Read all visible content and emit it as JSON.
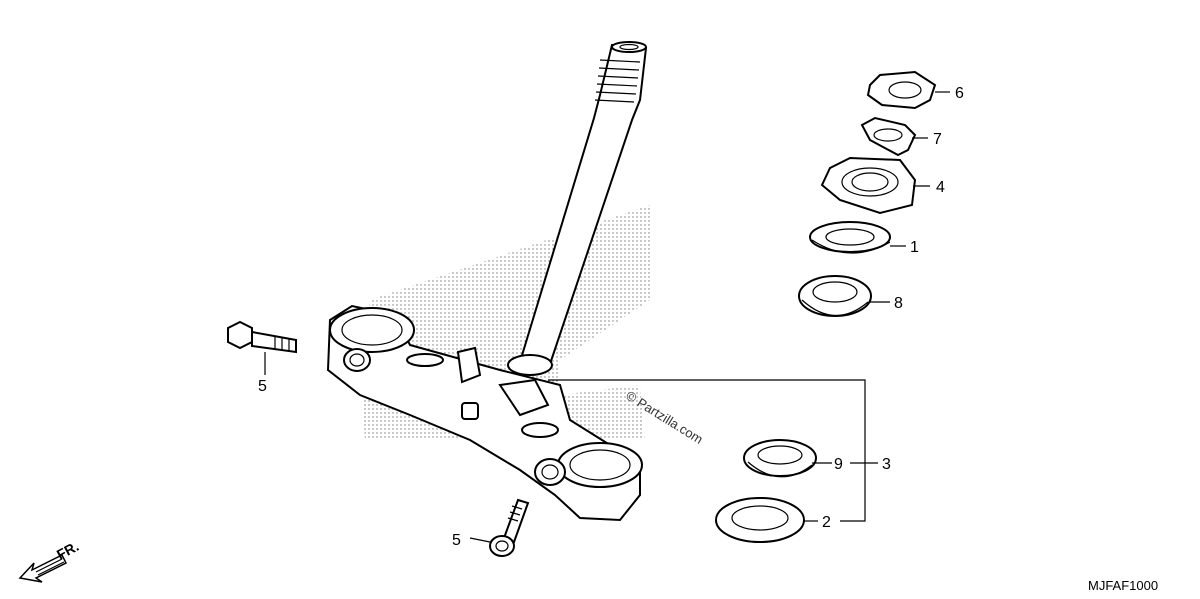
{
  "diagram_code": "MJFAF1000",
  "watermark": "© Partzilla.com",
  "direction_label": "FR.",
  "callouts": {
    "c1": "1",
    "c2": "2",
    "c3": "3",
    "c4": "4",
    "c5a": "5",
    "c5b": "5",
    "c6": "6",
    "c7": "7",
    "c8": "8",
    "c9": "9"
  },
  "icons": {
    "front_arrow": "front-direction-arrow-icon"
  }
}
